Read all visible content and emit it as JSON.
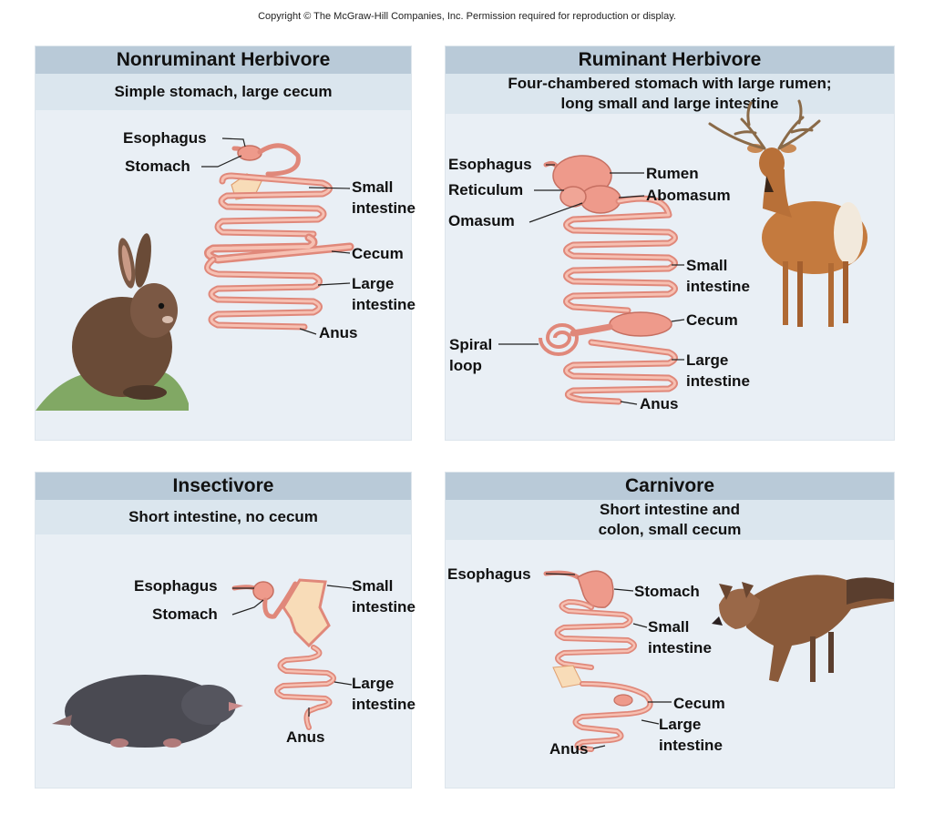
{
  "copyright": "Copyright © The McGraw-Hill Companies, Inc. Permission required for reproduction or display.",
  "panels": {
    "nonruminant": {
      "title": "Nonruminant Herbivore",
      "subtitle": "Simple stomach, large cecum",
      "labels": {
        "esophagus": "Esophagus",
        "stomach": "Stomach",
        "small_intestine": [
          "Small",
          "intestine"
        ],
        "cecum": "Cecum",
        "large_intestine": [
          "Large",
          "intestine"
        ],
        "anus": "Anus"
      },
      "animal": "rabbit"
    },
    "ruminant": {
      "title": "Ruminant Herbivore",
      "subtitle": [
        "Four-chambered stomach with large rumen;",
        "long small and large intestine"
      ],
      "labels": {
        "esophagus": "Esophagus",
        "reticulum": "Reticulum",
        "omasum": "Omasum",
        "rumen": "Rumen",
        "abomasum": "Abomasum",
        "small_intestine": [
          "Small",
          "intestine"
        ],
        "cecum": "Cecum",
        "spiral_loop": [
          "Spiral",
          "loop"
        ],
        "large_intestine": [
          "Large",
          "intestine"
        ],
        "anus": "Anus"
      },
      "animal": "deer"
    },
    "insectivore": {
      "title": "Insectivore",
      "subtitle": "Short intestine, no cecum",
      "labels": {
        "esophagus": "Esophagus",
        "stomach": "Stomach",
        "small_intestine": [
          "Small",
          "intestine"
        ],
        "large_intestine": [
          "Large",
          "intestine"
        ],
        "anus": "Anus"
      },
      "animal": "mole"
    },
    "carnivore": {
      "title": "Carnivore",
      "subtitle": [
        "Short intestine and",
        "colon, small cecum"
      ],
      "labels": {
        "esophagus": "Esophagus",
        "stomach": "Stomach",
        "small_intestine": [
          "Small",
          "intestine"
        ],
        "cecum": "Cecum",
        "large_intestine": [
          "Large",
          "intestine"
        ],
        "anus": "Anus"
      },
      "animal": "fox"
    }
  },
  "colors": {
    "gut": "#e0887a",
    "header": "#b9cad8",
    "subheader": "#dbe6ee",
    "panel": "#e9eff5"
  }
}
